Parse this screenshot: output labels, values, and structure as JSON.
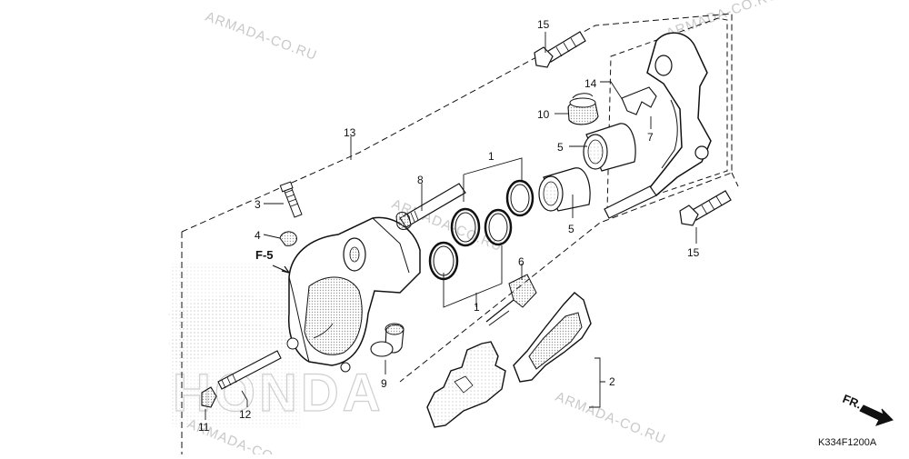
{
  "watermark": {
    "text": "ARMADA-CO.RU",
    "brand": "HONDA"
  },
  "diagram": {
    "figure_ref": "F-5",
    "code": "K334F1200A",
    "direction": "FR.",
    "callouts": {
      "c1a": "1",
      "c1b": "1",
      "c2": "2",
      "c3": "3",
      "c4": "4",
      "c5a": "5",
      "c5b": "5",
      "c6": "6",
      "c7": "7",
      "c8": "8",
      "c9": "9",
      "c10": "10",
      "c11": "11",
      "c12": "12",
      "c13": "13",
      "c14": "14",
      "c15a": "15",
      "c15b": "15"
    }
  },
  "colors": {
    "line": "#111111",
    "part_fill": "#ffffff",
    "stipple": "#bdbdbd",
    "watermark": "#c9c9c9"
  }
}
